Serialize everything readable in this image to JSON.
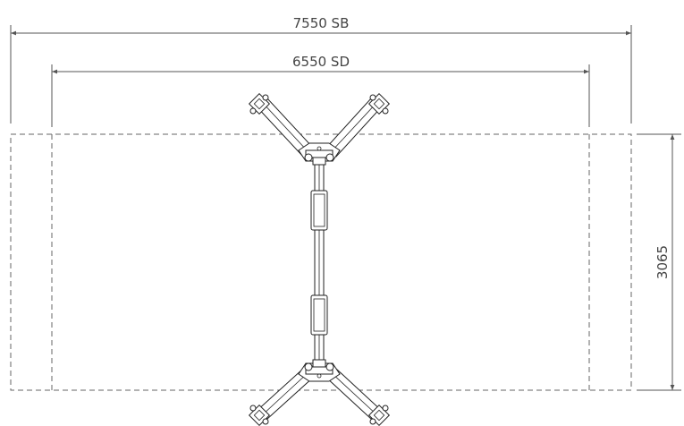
{
  "dimensions": {
    "overall_width": "7550 SB",
    "inner_width": "6550 SD",
    "depth": "3065"
  }
}
